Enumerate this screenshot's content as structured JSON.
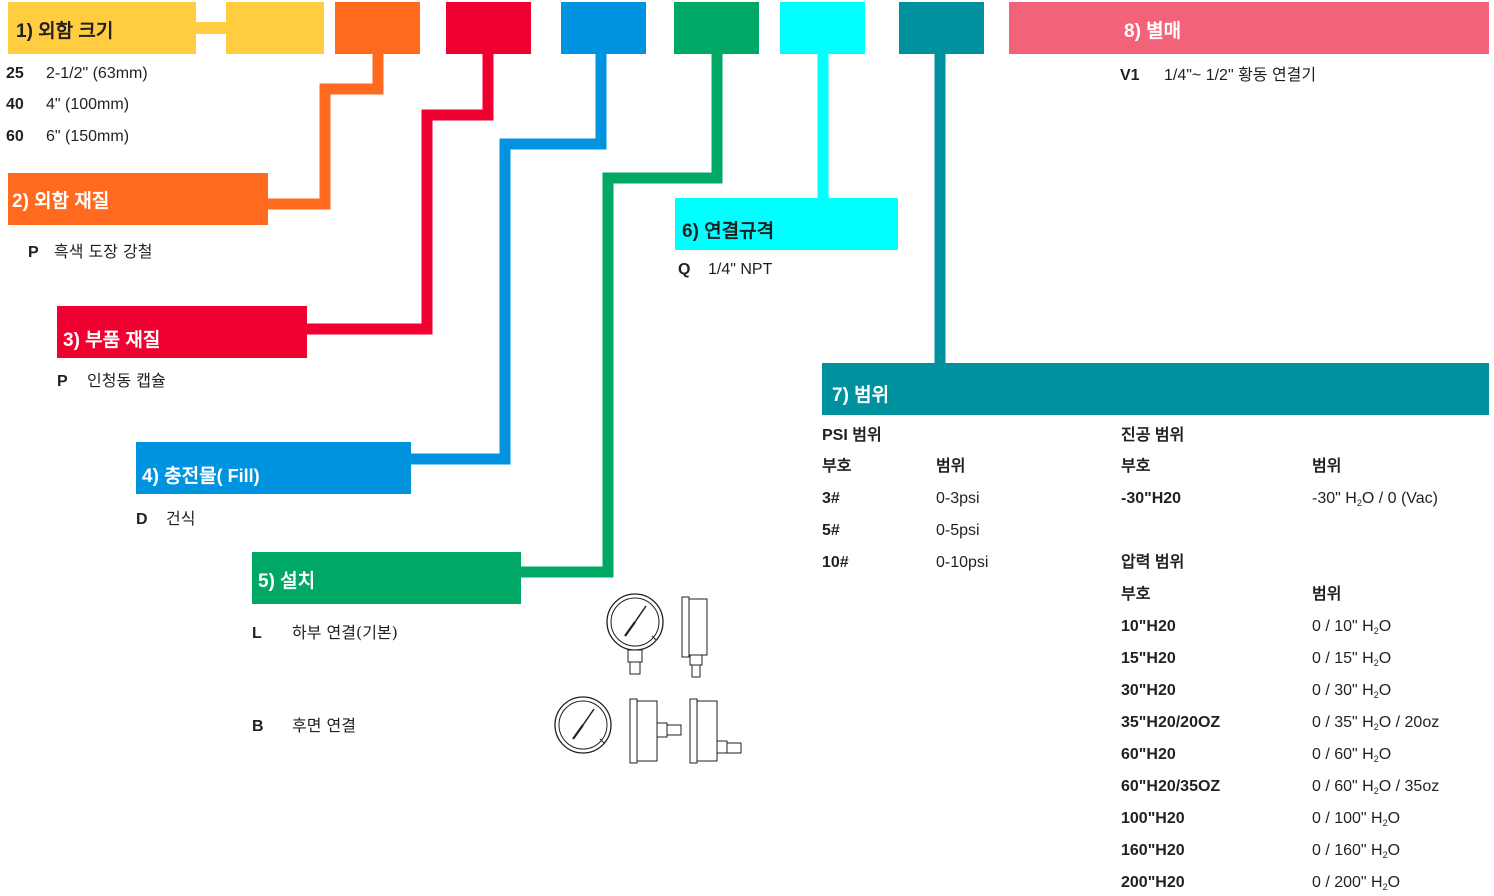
{
  "colors": {
    "size": "#ffcd3f",
    "material": "#ff6a1e",
    "parts": "#ef0030",
    "fill": "#0094e0",
    "mount": "#00a866",
    "connection": "#00ffff",
    "range": "#00919e",
    "extra": "#f2637a"
  },
  "sections": {
    "size": {
      "title": "1) 외함 크기",
      "options": [
        {
          "code": "25",
          "label": "2-1/2\" (63mm)"
        },
        {
          "code": "40",
          "label": "4\" (100mm)"
        },
        {
          "code": "60",
          "label": "6\" (150mm)"
        }
      ]
    },
    "material": {
      "title": "2) 외함 재질",
      "options": [
        {
          "code": "P",
          "label": "흑색 도장 강철"
        }
      ]
    },
    "parts": {
      "title": "3) 부품 재질",
      "options": [
        {
          "code": "P",
          "label": "인청동 캡슐"
        }
      ]
    },
    "fill": {
      "title": "4) 충전물",
      "title_suffix": "( Fill)",
      "options": [
        {
          "code": "D",
          "label": "건식"
        }
      ]
    },
    "mount": {
      "title": "5) 설치",
      "options": [
        {
          "code": "L",
          "label": "하부 연결(기본)"
        },
        {
          "code": "B",
          "label": "후면 연결"
        }
      ]
    },
    "connection": {
      "title": "6) 연결규격",
      "options": [
        {
          "code": "Q",
          "label": "1/4\" NPT"
        }
      ]
    },
    "range": {
      "title": "7) 범위",
      "psi": {
        "heading": "PSI 범위",
        "col_code": "부호",
        "col_range": "범위",
        "rows": [
          {
            "code": "3#",
            "range": "0-3psi"
          },
          {
            "code": "5#",
            "range": "0-5psi"
          },
          {
            "code": "10#",
            "range": "0-10psi"
          }
        ]
      },
      "vacuum": {
        "heading": "진공 범위",
        "col_code": "부호",
        "col_range": "범위",
        "rows": [
          {
            "code": "-30\"H20",
            "pre": "-30\" H",
            "sub": "2",
            "post": "O / 0 (Vac)"
          }
        ]
      },
      "pressure": {
        "heading": "압력 범위",
        "col_code": "부호",
        "col_range": "범위",
        "rows": [
          {
            "code": "10\"H20",
            "pre": "0 / 10\" H",
            "sub": "2",
            "post": "O"
          },
          {
            "code": "15\"H20",
            "pre": "0 / 15\" H",
            "sub": "2",
            "post": "O"
          },
          {
            "code": "30\"H20",
            "pre": "0 / 30\" H",
            "sub": "2",
            "post": "O"
          },
          {
            "code": "35\"H20/20OZ",
            "pre": "0 / 35\" H",
            "sub": "2",
            "post": "O / 20oz"
          },
          {
            "code": "60\"H20",
            "pre": "0 / 60\" H",
            "sub": "2",
            "post": "O"
          },
          {
            "code": "60\"H20/35OZ",
            "pre": "0 / 60\" H",
            "sub": "2",
            "post": "O / 35oz"
          },
          {
            "code": "100\"H20",
            "pre": "0 / 100\" H",
            "sub": "2",
            "post": "O"
          },
          {
            "code": "160\"H20",
            "pre": "0 / 160\" H",
            "sub": "2",
            "post": "O"
          },
          {
            "code": "200\"H20",
            "pre": "0 / 200\" H",
            "sub": "2",
            "post": "O"
          }
        ]
      }
    },
    "extra": {
      "title": "8) 별매",
      "options": [
        {
          "code": "V1",
          "label": "1/4\"~ 1/2\" 황동 연결기"
        }
      ]
    }
  }
}
